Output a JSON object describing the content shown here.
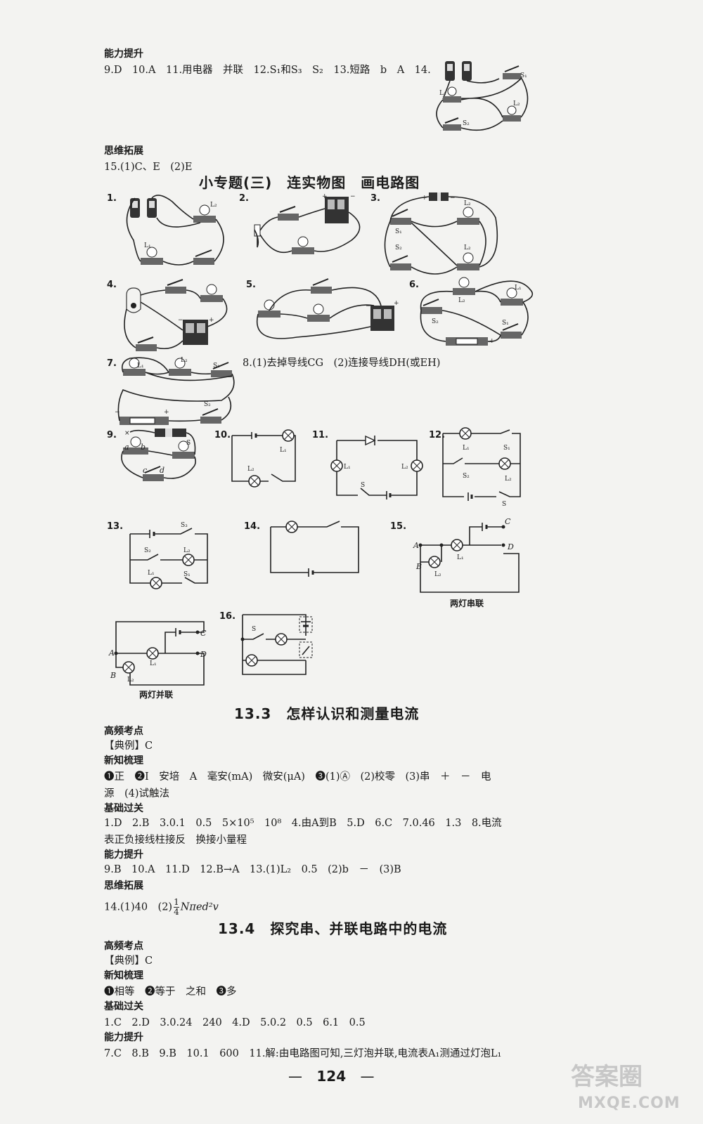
{
  "s1": {
    "heading": "能力提升",
    "answers": "9.D　10.A　11.用电器　并联　12.S₁和S₃　S₂　13.短路　b　A　14."
  },
  "s2": {
    "heading": "思维拓展",
    "answers": "15.(1)C、E　(2)E"
  },
  "topic_title": "小专题(三)　连实物图　画电路图",
  "fig_numbers": [
    "1.",
    "2.",
    "3.",
    "4.",
    "5.",
    "6.",
    "7.",
    "9.",
    "10.",
    "11.",
    "12.",
    "13.",
    "14.",
    "15.",
    "16."
  ],
  "q8": "8.(1)去掉导线CG　(2)连接导线DH(或EH)",
  "labels": {
    "L1": "L₁",
    "L2": "L₂",
    "S": "S",
    "S1": "S₁",
    "S2": "S₂",
    "S3": "S₃",
    "A": "A",
    "B": "B",
    "C": "C",
    "D": "D",
    "a": "a",
    "b": "b",
    "c": "c",
    "d": "d",
    "plus": "+",
    "minus": "−",
    "cross": "×"
  },
  "captions": {
    "fig15": "两灯串联",
    "fig16b": "两灯并联"
  },
  "sec133": {
    "title": "13.3　怎样认识和测量电流",
    "h1": "高频考点",
    "ex": "【典例】C",
    "h2": "新知梳理",
    "l1": "❶正　❷I　安培　A　毫安(mA)　微安(μA)　❸(1)Ⓐ　(2)校零　(3)串　＋　－　电",
    "l2": "源　(4)试触法",
    "h3": "基础过关",
    "l3": "1.D　2.B　3.0.1　0.5　5×10⁵　10⁸　4.由A到B　5.D　6.C　7.0.46　1.3　8.电流",
    "l4": "表正负接线柱接反　换接小量程",
    "h4": "能力提升",
    "l5": "9.B　10.A　11.D　12.B→A　13.(1)L₂　0.5　(2)b　－　(3)B",
    "h5": "思维拓展",
    "l6a": "14.(1)40　(2)",
    "frac_n": "1",
    "frac_d": "4",
    "l6b": "Nπed²v"
  },
  "sec134": {
    "title": "13.4　探究串、并联电路中的电流",
    "h1": "高频考点",
    "ex": "【典例】C",
    "h2": "新知梳理",
    "l1": "❶相等　❷等于　之和　❸多",
    "h3": "基础过关",
    "l2": "1.C　2.D　3.0.24　240　4.D　5.0.2　0.5　6.1　0.5",
    "h4": "能力提升",
    "l3": "7.C　8.B　9.B　10.1　600　11.解:由电路图可知,三灯泡并联,电流表A₁测通过灯泡L₁"
  },
  "page_number": "124",
  "page_dash": "—",
  "watermark": {
    "text1": "答案圈",
    "text2": "MXQE.COM"
  }
}
